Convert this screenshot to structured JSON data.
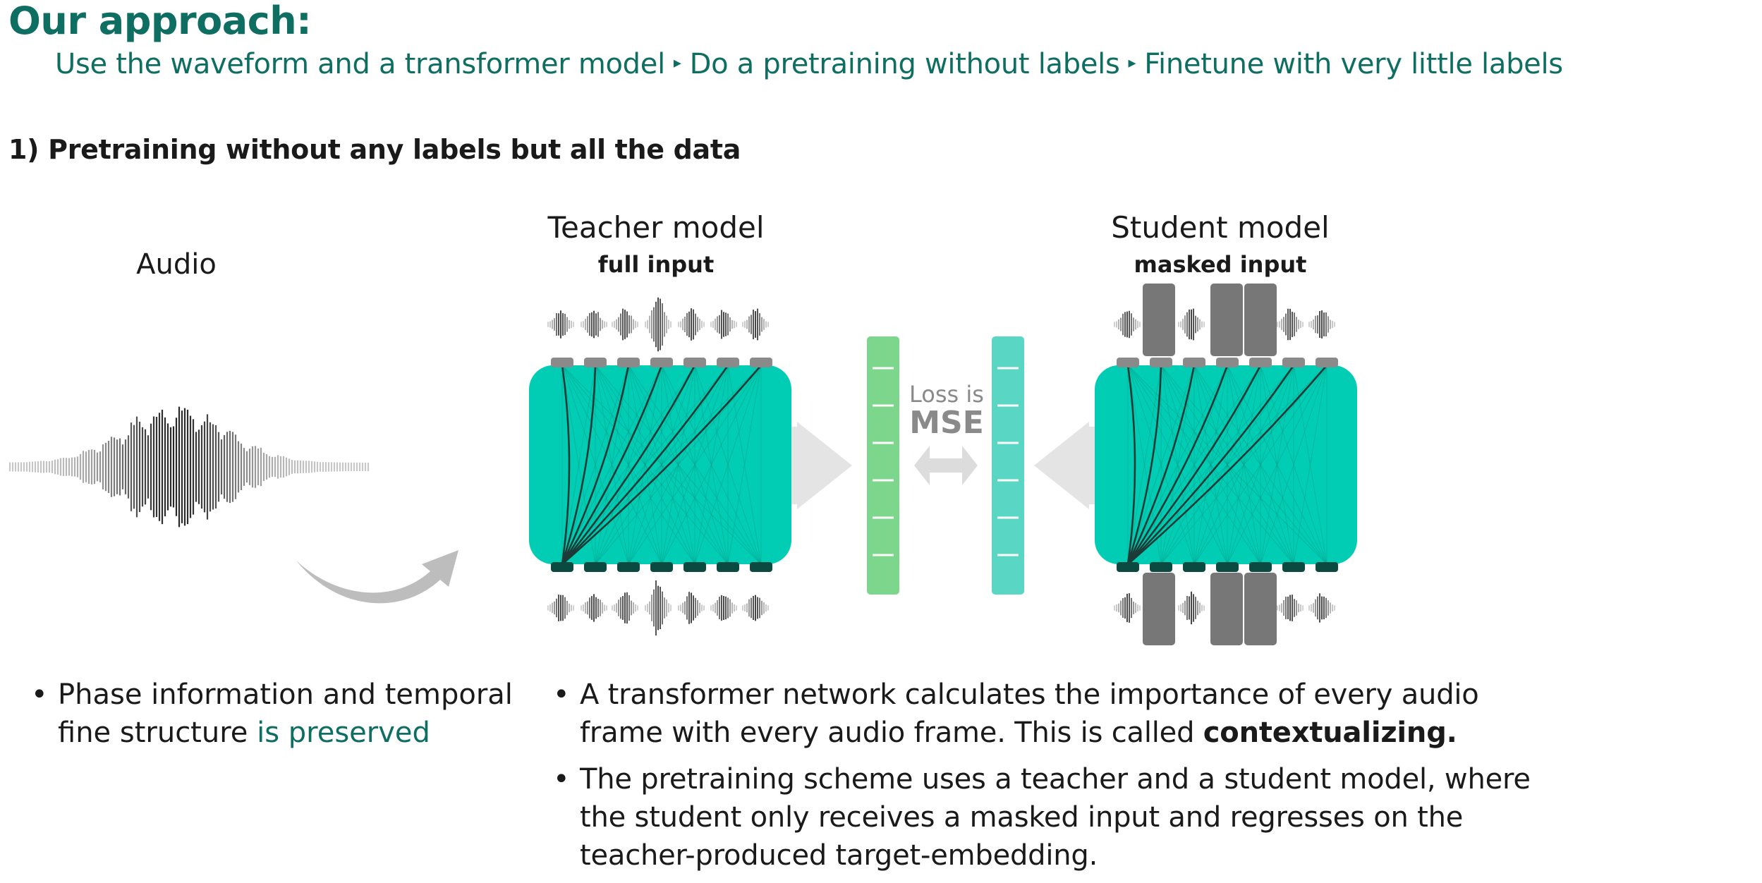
{
  "title": "Our approach:",
  "steps": [
    "Use the waveform and a transformer model",
    "Do a pretraining without labels",
    "Finetune with very little labels"
  ],
  "section_heading": "1) Pretraining without any labels but all the data",
  "audio_label": "Audio",
  "teacher": {
    "title": "Teacher model",
    "subtitle": "full input"
  },
  "student": {
    "title": "Student model",
    "subtitle": "masked input"
  },
  "loss": {
    "line1": "Loss is",
    "line2": "MSE"
  },
  "bullets_left": [
    {
      "before": "Phase information and temporal fine structure ",
      "accent": "is preserved"
    }
  ],
  "bullets_right": [
    {
      "text": "A transformer network calculates the importance of every audio frame with every audio frame. This is called ",
      "bold": "contextualizing."
    },
    {
      "text": "The pretraining scheme uses a teacher and a student model, where the student only receives a masked input and regresses on the teacher-produced target-embedding.",
      "bold": ""
    }
  ],
  "colors": {
    "accent": "#0f6e62",
    "transformer": "#00cdb4",
    "teacher_embedding": "#7cd68b",
    "student_embedding": "#5ad6c4",
    "mask": "#777777"
  },
  "icons": [
    "waveform-icon",
    "curved-arrow-icon",
    "right-arrow-icon",
    "left-arrow-icon",
    "double-arrow-icon"
  ]
}
